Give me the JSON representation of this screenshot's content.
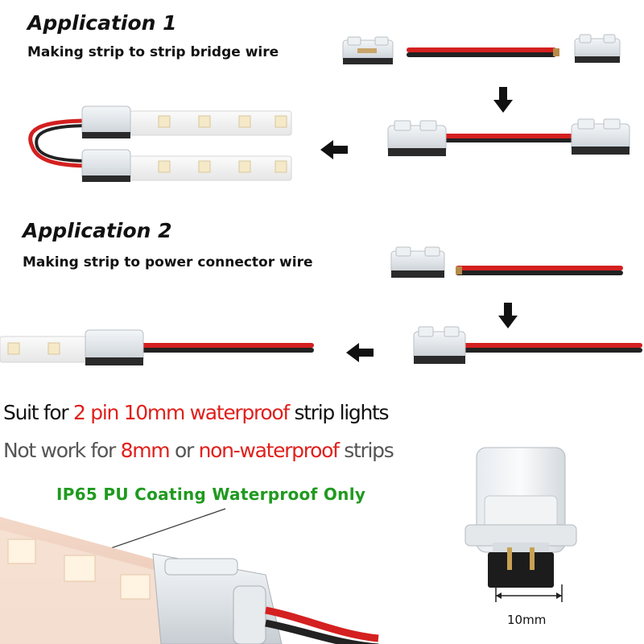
{
  "application1": {
    "title": "Application 1",
    "subtitle": "Making strip to strip bridge wire"
  },
  "application2": {
    "title": "Application 2",
    "subtitle": "Making strip to power connector wire"
  },
  "suit_line": {
    "prefix": "Suit for ",
    "highlight": "2 pin 10mm waterproof",
    "suffix": " strip lights"
  },
  "not_line": {
    "prefix": "Not work for ",
    "highlight1": "8mm",
    "middle": " or ",
    "highlight2": "non-waterproof",
    "suffix": " strips"
  },
  "coating_label": "IP65 PU Coating Waterproof Only",
  "dimension_label": "10mm",
  "colors": {
    "accent_red": "#e0201c",
    "coating_green": "#1f9a1f",
    "wire_red": "#d42020",
    "wire_black": "#222222"
  },
  "icons": [
    "arrow-down-icon",
    "arrow-left-icon"
  ]
}
